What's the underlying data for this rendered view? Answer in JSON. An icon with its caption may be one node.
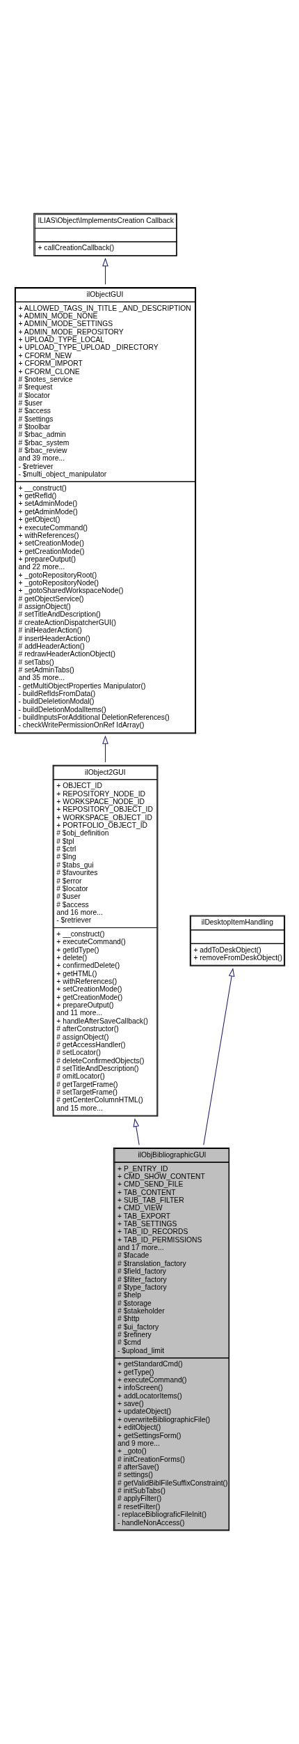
{
  "diagram": {
    "nodes": [
      {
        "text": [
          "ILIAS\\Object\\ImplementsCreation Callback",
          "+ callCreationCallback()"
        ]
      },
      {
        "text": [
          "ilObjectGUI",
          "+ ALLOWED_TAGS_IN_TITLE _AND_DESCRIPTION + ADMIN_MODE_NONE + ADMIN_MODE_SETTINGS + ADMIN_MODE_REPOSITORY + UPLOAD_TYPE_LOCAL + UPLOAD_TYPE_UPLOAD _DIRECTORY + CFORM_NEW + CFORM_IMPORT + CFORM_CLONE # $notes_service # $request # $locator # $user # $access # $settings # $toolbar # $rbac_admin # $rbac_system # $rbac_review and 39 more... - $retriever - $multi_object_manipulator",
          "+ __construct() + getRefId() + setAdminMode() + getAdminMode() + getObject() + executeCommand() + withReferences() + setCreationMode() + getCreationMode() + prepareOutput() and 22 more... + _gotoRepositoryRoot() + _gotoRepositoryNode() + _gotoSharedWorkspaceNode() # getObjectService() # assignObject() # setTitleAndDescription() # createActionDispatcherGUI() # initHeaderAction() # insertHeaderAction() # addHeaderAction() # redrawHeaderActionObject() # setTabs() # setAdminTabs() and 35 more... - getMultiObjectProperties Manipulator() - buildRefIdsFromData() - buildDeleletionModal() - buildDeletionModalItems() - buildInputsForAdditional DeletionReferences() - checkWritePermissionOnRef IdArray()"
        ]
      },
      {
        "text": [
          "ilObject2GUI",
          "+ OBJECT_ID + REPOSITORY_NODE_ID + WORKSPACE_NODE_ID + REPOSITORY_OBJECT_ID + WORKSPACE_OBJECT_ID + PORTFOLIO_OBJECT_ID # $obj_definition # $tpl # $ctrl # $lng # $tabs_gui # $favourites # $error # $locator # $user # $access and 16 more... - $retriever",
          "+ __construct() + executeCommand() + getIdType() + delete() + confirmedDelete() + getHTML() + withReferences() + setCreationMode() + getCreationMode() + prepareOutput() and 11 more... + handleAfterSaveCallback() # afterConstructor() # assignObject() # getAccessHandler() # setLocator() # deleteConfirmedObjects() # setTitleAndDescription() # omitLocator() # getTargetFrame() # setTargetFrame() # getCenterColumnHTML() and 15 more..."
        ]
      },
      {
        "text": [
          "ilDesktopItemHandling",
          "+ addToDeskObject() + removeFromDeskObject()"
        ]
      },
      {
        "text": [
          "ilObjBibliographicGUI",
          "+ P_ENTRY_ID + CMD_SHOW_CONTENT + CMD_SEND_FILE + TAB_CONTENT + SUB_TAB_FILTER + CMD_VIEW + TAB_EXPORT + TAB_SETTINGS + TAB_ID_RECORDS + TAB_ID_PERMISSIONS and 17 more... # $facade # $translation_factory # $field_factory # $filter_factory # $type_factory # $help # $storage # $stakeholder # $http # $ui_factory # $refinery # $cmd - $upload_limit",
          "+ getStandardCmd() + getType() + executeCommand() + infoScreen() + addLocatorItems() + save() + updateObject() + overwriteBibliographicFile() + editObject() + getSettingsForm() and 9 more... + _goto() # initCreationForms() # afterSave() # settings() # getValidBiblFileSuffixConstraint() # initSubTabs() # applyFilter() # resetFilter() - replaceBibliograficFileInit() - handleNonAccess()"
        ]
      }
    ],
    "edges": [
      {
        "from": 1,
        "to": 0,
        "arrow": "to"
      },
      {
        "from": 2,
        "to": 1,
        "arrow": "to"
      },
      {
        "from": 4,
        "to": 2,
        "arrow": "to"
      },
      {
        "from": 4,
        "to": 3,
        "arrow": "to"
      }
    ]
  }
}
